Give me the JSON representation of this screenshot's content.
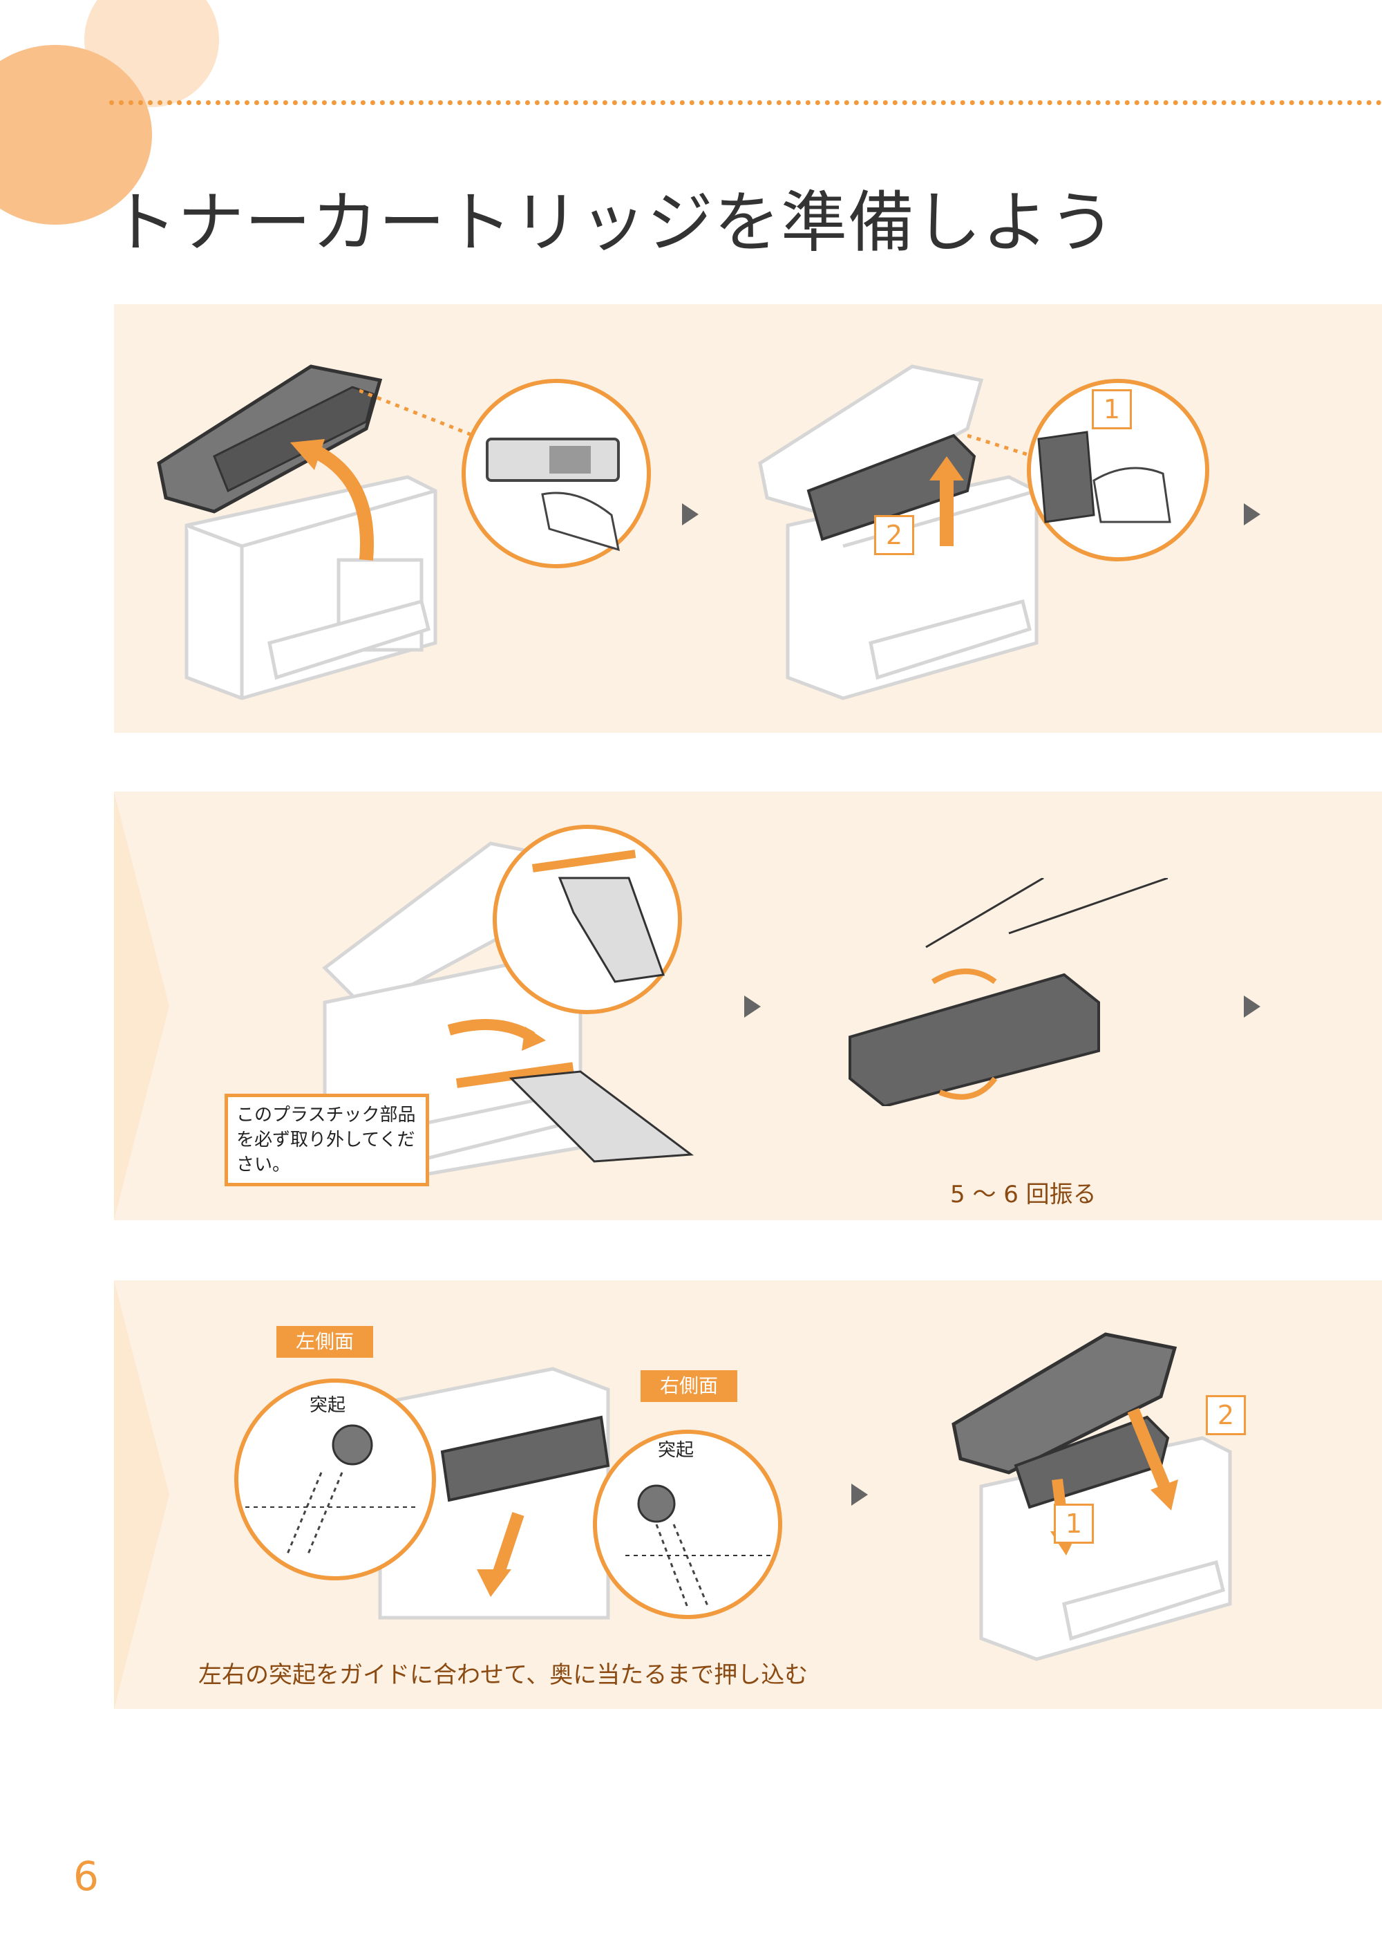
{
  "page": {
    "title": "トナーカートリッジを準備しよう",
    "page_number": "6"
  },
  "step2": {
    "callout": "このプラスチック部品を必ず取り外してください。",
    "shake_caption": "5 〜 6 回振る"
  },
  "step3": {
    "left_side_tag": "左側面",
    "right_side_tag": "右側面",
    "protrusion_left": "突起",
    "protrusion_right": "突起",
    "caption": "左右の突起をガイドに合わせて、奥に当たるまで押し込む"
  },
  "number_marks": {
    "n1": "1",
    "n2": "2"
  },
  "colors": {
    "accent_orange": "#f19a3e",
    "panel_bg": "#fdf1e3",
    "header_circle": "#f9c08a",
    "caption_brown": "#8a4a12"
  },
  "icons": [
    "printer-illustration",
    "magnifier-circle",
    "step-arrow-icon",
    "hand-illustration",
    "toner-cartridge-illustration"
  ]
}
